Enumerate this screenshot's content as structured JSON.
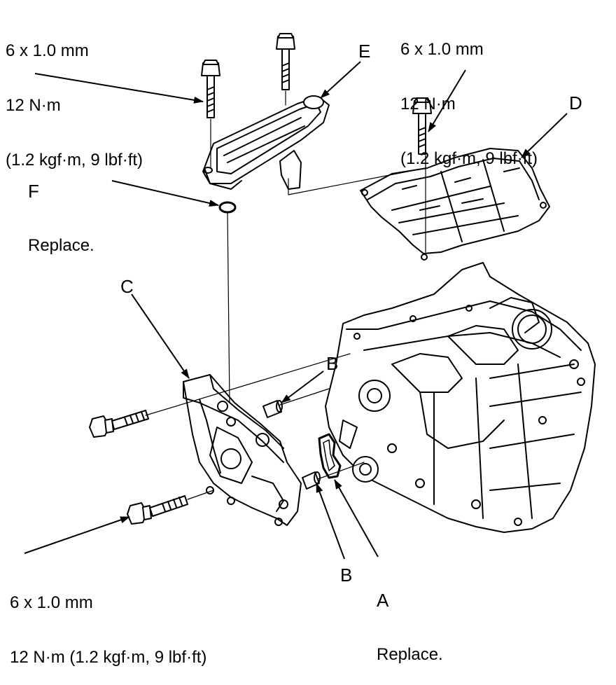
{
  "labels": {
    "spec_top_left": [
      "6 x 1.0 mm",
      "12 N·m",
      "(1.2 kgf·m, 9 lbf·ft)"
    ],
    "spec_top_right": [
      "6 x 1.0 mm",
      "12 N·m",
      "(1.2 kgf·m, 9 lbf·ft)"
    ],
    "spec_bottom_left": [
      "6 x 1.0 mm",
      "12 N·m (1.2 kgf·m, 9 lbf·ft)"
    ],
    "callout_e": "E",
    "callout_d": "D",
    "callout_f": "F",
    "callout_f_note": "Replace.",
    "callout_c": "C",
    "callout_b_upper": "B",
    "callout_b_lower": "B",
    "callout_a": "A",
    "callout_a_note": "Replace."
  }
}
